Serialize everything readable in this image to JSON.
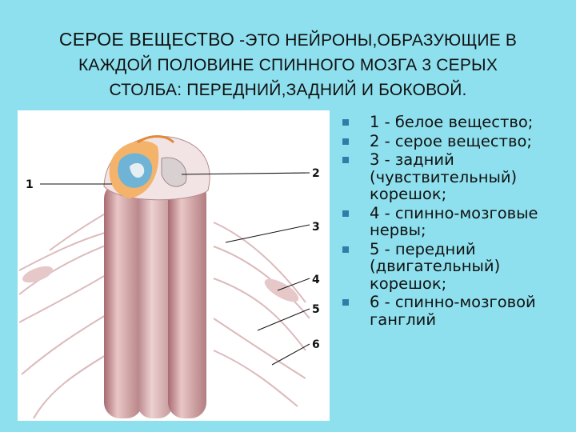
{
  "title": {
    "line1_lead": "СЕРОЕ ВЕЩЕСТВО",
    "line1_rest": " -ЭТО НЕЙРОНЫ,ОБРАЗУЮЩИЕ В",
    "line2": "КАЖДОЙ ПОЛОВИНЕ СПИННОГО МОЗГА 3 СЕРЫХ",
    "line3": "СТОЛБА: ПЕРЕДНИЙ,ЗАДНИЙ И БОКОВОЙ."
  },
  "figure": {
    "labels": [
      "1",
      "2",
      "3",
      "4",
      "5",
      "6"
    ]
  },
  "legend": {
    "items": [
      "1 - белое вещество;",
      "2 - серое вещество;",
      "3 - задний (чувствительный) корешок;",
      "4 - спинно-мозговые нервы;",
      "5 - передний (двигательный) корешок;",
      "6 - спинно-мозговой ганглий"
    ]
  },
  "colors": {
    "background": "#8ee0ee",
    "bullet": "#2e7fa8",
    "column": "#d7a5a8",
    "gray_matter": "#6fb3d6"
  }
}
